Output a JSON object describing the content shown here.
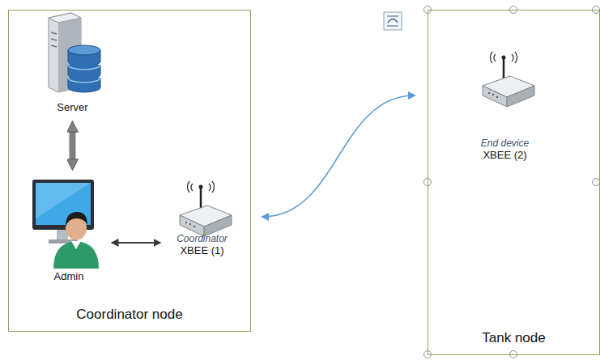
{
  "diagram": {
    "nodes": [
      {
        "text": [
          "Coordinator node"
        ]
      },
      {
        "text": [
          "Server"
        ],
        "in": 0
      },
      {
        "text": [
          "Admin"
        ],
        "in": 0
      },
      {
        "text": [
          "Coordinator",
          "XBEE (1)"
        ],
        "in": 0
      },
      {
        "text": [
          "Tank node"
        ]
      },
      {
        "text": [
          "End device",
          "XBEE (2)"
        ],
        "in": 4
      }
    ],
    "edges": [
      {
        "from": 1,
        "to": 2,
        "arrow": "both"
      },
      {
        "from": 2,
        "to": 3,
        "arrow": "both"
      },
      {
        "from": 0,
        "to": 4,
        "arrow": "both"
      }
    ]
  }
}
